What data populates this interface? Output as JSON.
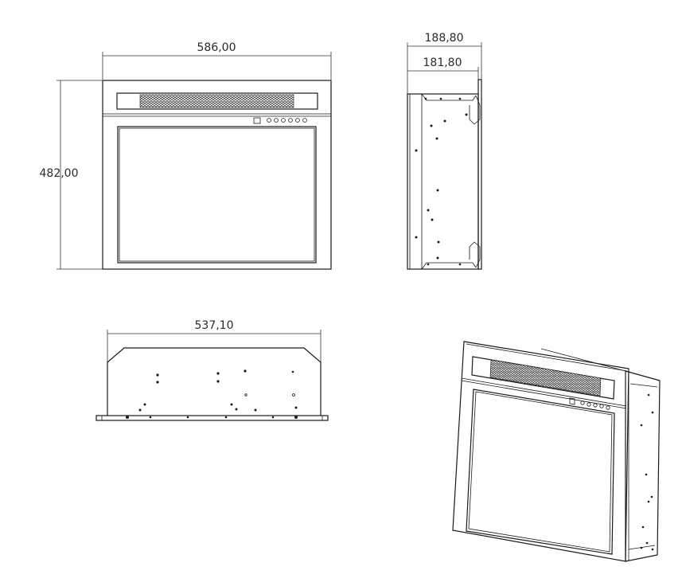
{
  "dimensions": {
    "front_width": "586,00",
    "front_height": "482,00",
    "side_depth_outer": "188,80",
    "side_depth_inner": "181,80",
    "top_width": "537,10"
  },
  "colors": {
    "line": "#1a1a1a",
    "grille": "#3a3a3a",
    "background": "#ffffff"
  }
}
